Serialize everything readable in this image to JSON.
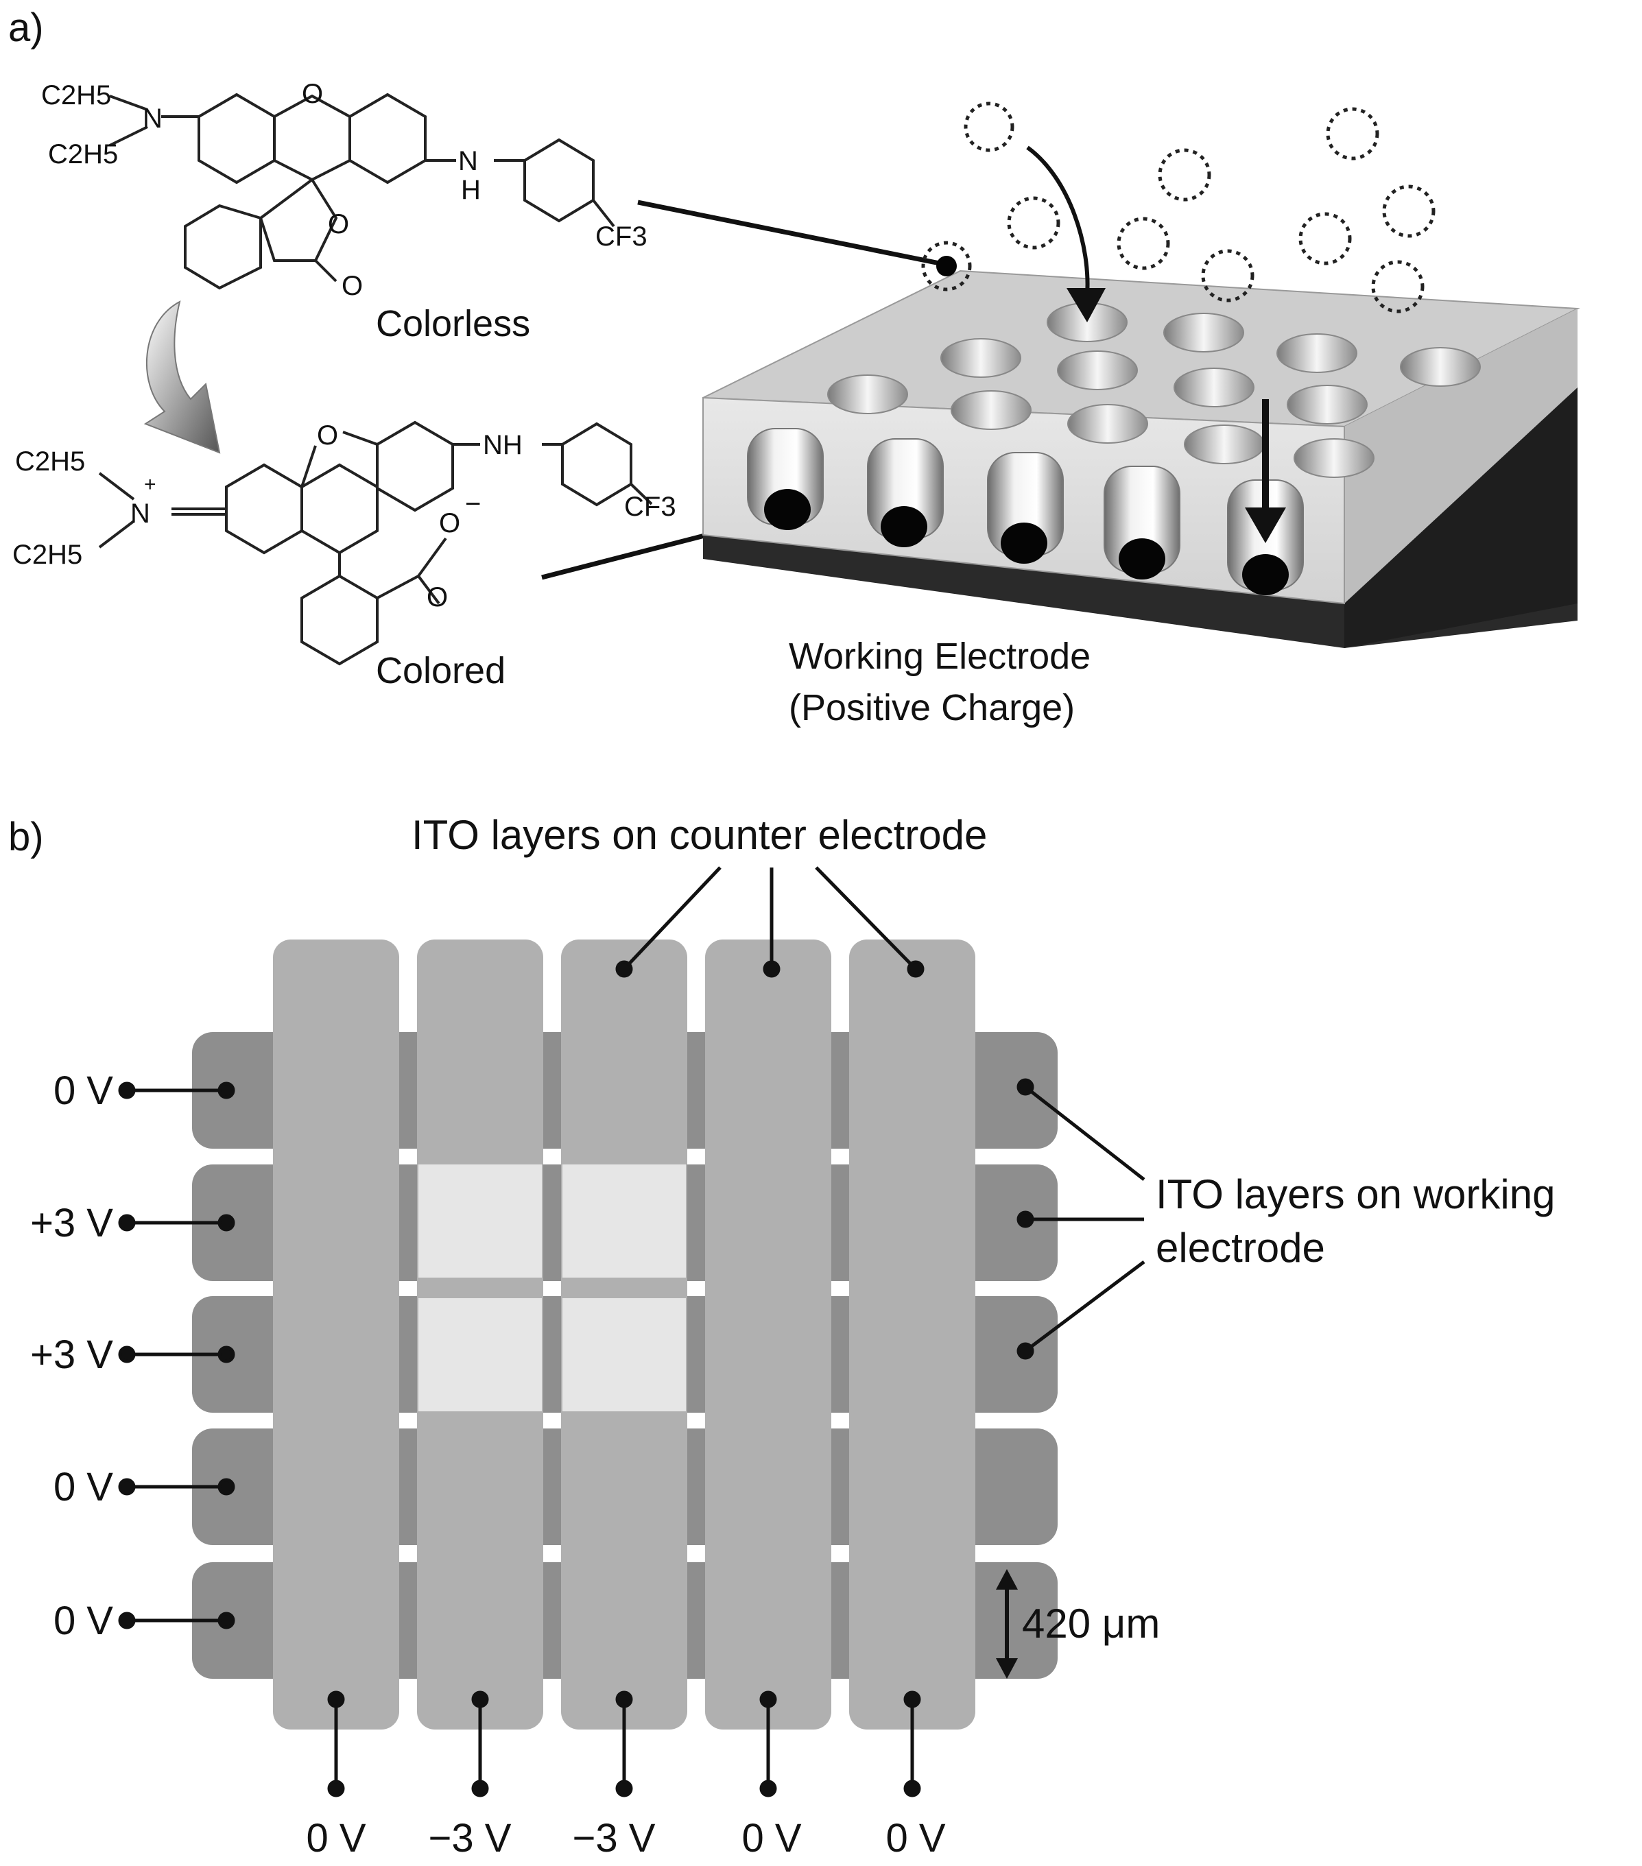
{
  "panel_a": {
    "label": "a)",
    "molecule_top": {
      "state_label": "Colorless",
      "groups": {
        "et1": "C2H5",
        "et2": "C2H5",
        "n": "N",
        "o_ring": "O",
        "nh_n": "N",
        "nh_h": "H",
        "o_lactone": "O",
        "o_carbonyl": "O",
        "cf3": "CF3"
      }
    },
    "molecule_bottom": {
      "state_label": "Colored",
      "groups": {
        "et1": "C2H5",
        "et2": "C2H5",
        "n": "N",
        "plus": "+",
        "o_ring": "O",
        "nh": "NH",
        "o_minus": "O",
        "minus": "−",
        "o_carbonyl": "O",
        "cf3": "CF3"
      }
    },
    "electrode_caption_line1": "Working Electrode",
    "electrode_caption_line2": "(Positive Charge)"
  },
  "panel_b": {
    "label": "b)",
    "counter_label": "ITO layers on counter electrode",
    "working_label_line1": "ITO layers on working",
    "working_label_line2": "electrode",
    "row_voltages": [
      "0 V",
      "+3 V",
      "+3 V",
      "0 V",
      "0 V"
    ],
    "column_voltages": [
      "0 V",
      "−3 V",
      "−3 V",
      "0 V",
      "0 V"
    ],
    "scale_label": "420 μm"
  },
  "colors": {
    "row_strip": "#8e8e8e",
    "column_strip": "#b0b0b0",
    "active_cell": "#e6e6e6",
    "electrode_top": "#cfcfcf",
    "substrate": "#2a2a2a"
  }
}
